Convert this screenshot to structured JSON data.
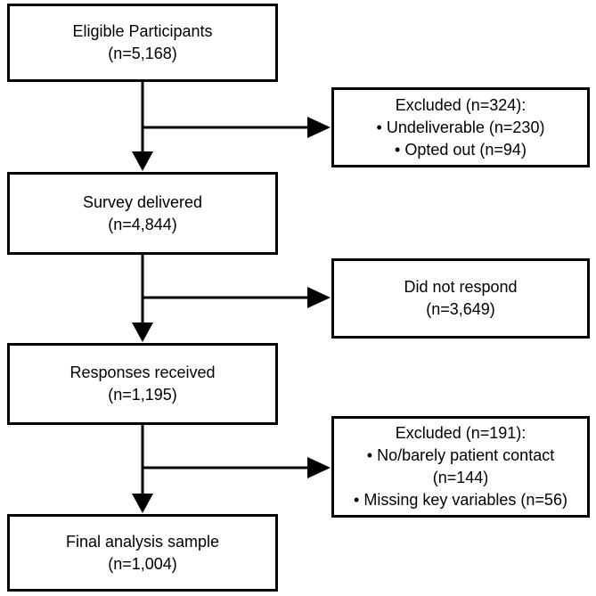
{
  "flow": {
    "eligible": {
      "title": "Eligible Participants",
      "count": "(n=5,168)"
    },
    "delivered": {
      "title": "Survey delivered",
      "count": "(n=4,844)"
    },
    "responses": {
      "title": "Responses received",
      "count": "(n=1,195)"
    },
    "final": {
      "title": "Final analysis sample",
      "count": "(n=1,004)"
    }
  },
  "exclusions": {
    "first": {
      "title": "Excluded (n=324):",
      "items": [
        "• Undeliverable (n=230)",
        "• Opted out (n=94)"
      ]
    },
    "nonresponse": {
      "title": "Did not respond",
      "count": "(n=3,649)"
    },
    "second": {
      "title": "Excluded (n=191):",
      "items": [
        "• No/barely patient contact",
        "(n=144)",
        "• Missing key variables (n=56)"
      ]
    }
  }
}
